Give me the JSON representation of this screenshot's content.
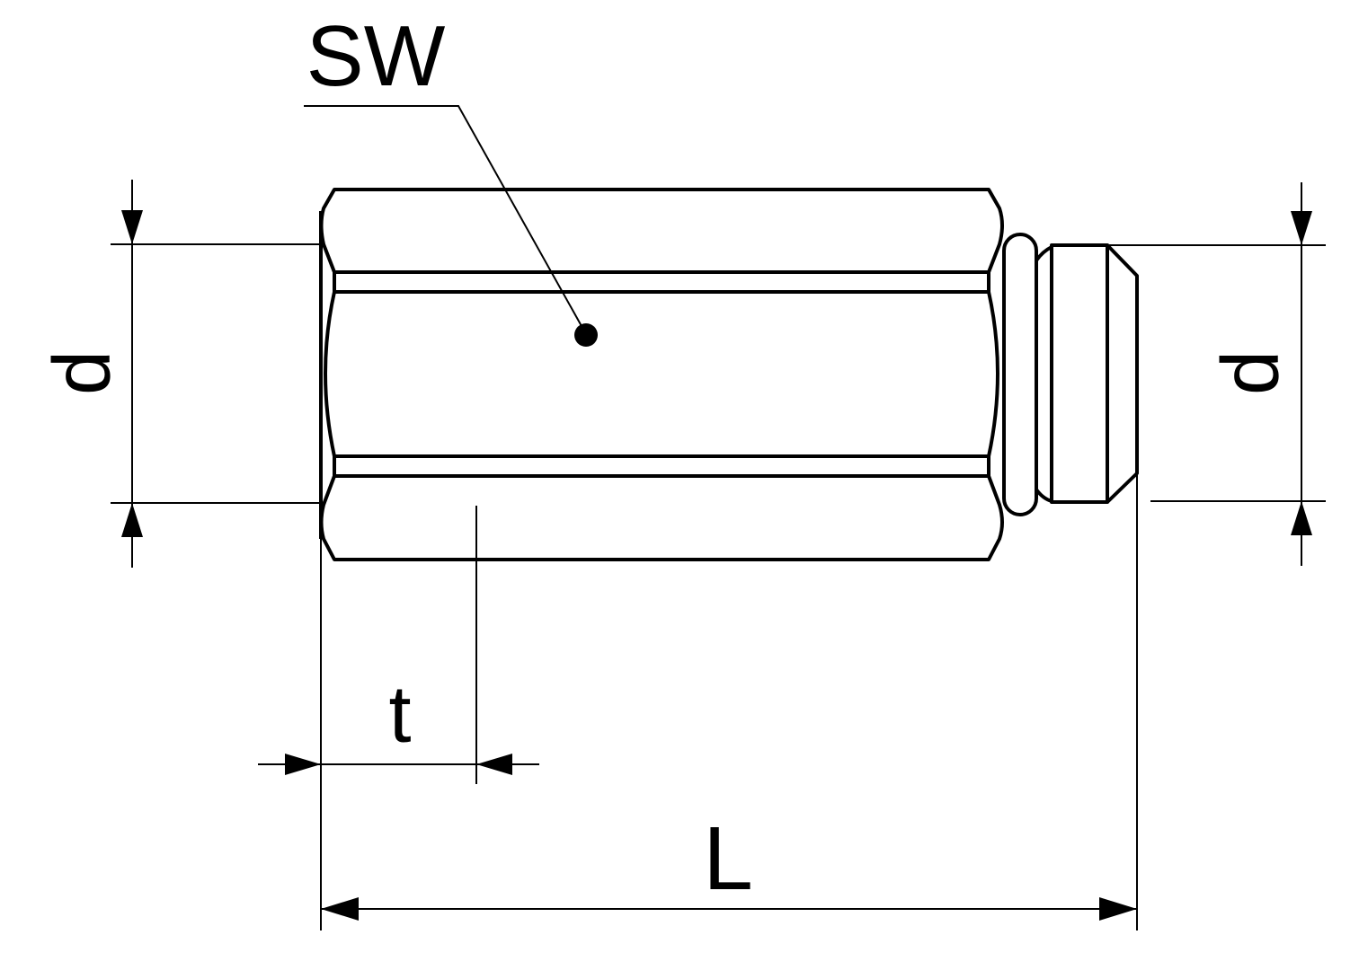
{
  "drawing": {
    "labels": {
      "wrench_size": "SW",
      "diameter_left": "d",
      "diameter_right": "d",
      "thread_depth": "t",
      "length": "L"
    },
    "colors": {
      "line": "#000000",
      "background": "#ffffff"
    }
  }
}
